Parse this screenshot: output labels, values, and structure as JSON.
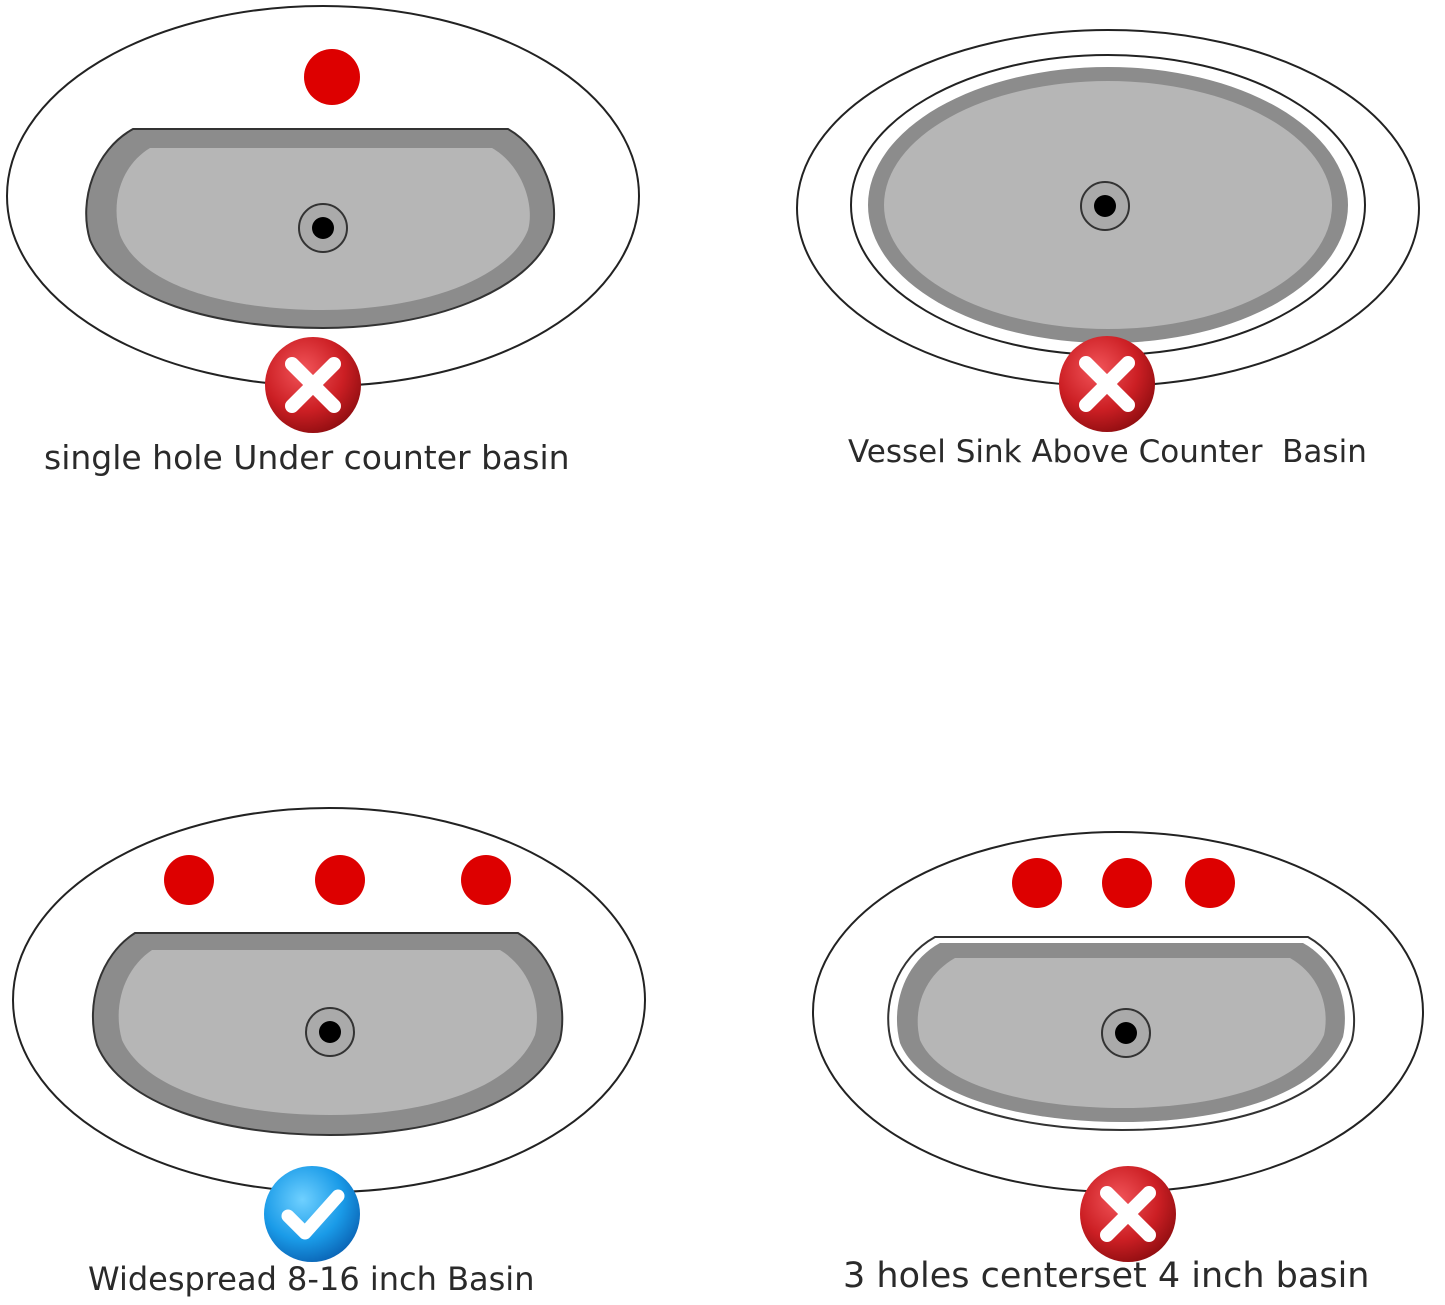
{
  "colors": {
    "hole": "#dd0000",
    "basin_outer": "#8c8c8c",
    "basin_inner": "#b6b6b6",
    "cross": "#cc1f24",
    "check": "#1a9be8"
  },
  "panels": [
    {
      "label": "single hole Under counter basin",
      "holes": 1,
      "status_icon": "cross-icon",
      "compatible": false
    },
    {
      "label": "Vessel Sink Above Counter  Basin",
      "holes": 0,
      "status_icon": "cross-icon",
      "compatible": false
    },
    {
      "label": "Widespread 8-16 inch Basin",
      "holes": 3,
      "status_icon": "check-icon",
      "compatible": true
    },
    {
      "label": "3 holes centerset 4 inch basin",
      "holes": 3,
      "status_icon": "cross-icon",
      "compatible": false
    }
  ]
}
